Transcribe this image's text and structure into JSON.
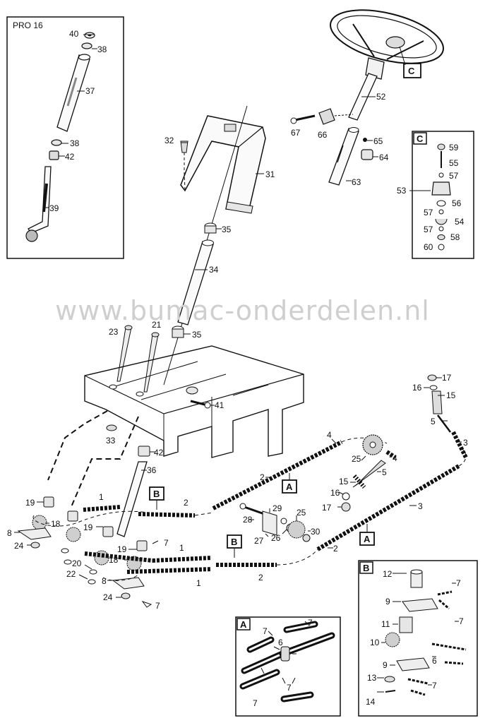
{
  "watermark": "www.bumac-onderdelen.nl",
  "insets": {
    "pro16": "PRO 16",
    "C": "C",
    "B": "B",
    "A": "A"
  },
  "callouts": {
    "main_C": "C",
    "main_A1": "A",
    "main_A2": "A",
    "main_B1": "B",
    "main_B2": "B"
  },
  "labels": {
    "p40": "40",
    "p38a": "38",
    "p37": "37",
    "p38b": "38",
    "p42a": "42",
    "p39": "39",
    "p52": "52",
    "p67": "67",
    "p66": "66",
    "p65": "65",
    "p64": "64",
    "p63": "63",
    "p59": "59",
    "p55": "55",
    "p57a": "57",
    "p53": "53",
    "p56": "56",
    "p57b": "57",
    "p54": "54",
    "p57c": "57",
    "p58": "58",
    "p60": "60",
    "p32": "32",
    "p31": "31",
    "p35a": "35",
    "p34": "34",
    "p23": "23",
    "p21": "21",
    "p35b": "35",
    "p41": "41",
    "p33": "33",
    "p42b": "42",
    "p36": "36",
    "p17a": "17",
    "p16a": "16",
    "p15a": "15",
    "p5a": "5",
    "p3a": "3",
    "p4a": "4",
    "p25a": "25",
    "p4b": "4",
    "p2a": "2",
    "p5b": "5",
    "p15b": "15",
    "p16b": "16",
    "p17b": "17",
    "p28": "28",
    "p29": "29",
    "p25b": "25",
    "p27": "27",
    "p26": "26",
    "p30": "30",
    "p3b": "3",
    "p2b": "2",
    "p19a": "19",
    "p18a": "18",
    "p8a": "8",
    "p24a": "24",
    "p1a": "1",
    "p2c": "2",
    "p19b": "19",
    "p7a": "7",
    "p19c": "19",
    "p18b": "18",
    "p20": "20",
    "p22": "22",
    "p8b": "8",
    "p24b": "24",
    "p7b": "7",
    "p1b": "1",
    "p1c": "1",
    "p2d": "2",
    "p12": "12",
    "p7c": "7",
    "p9a": "9",
    "p11": "11",
    "p7d": "7",
    "p10": "10",
    "p6a": "6",
    "p9b": "9",
    "p13": "13",
    "p7e": "7",
    "p14": "14",
    "p7f": "7",
    "p6b": "6",
    "p7g": "7",
    "p7h": "7",
    "p7i": "7"
  }
}
